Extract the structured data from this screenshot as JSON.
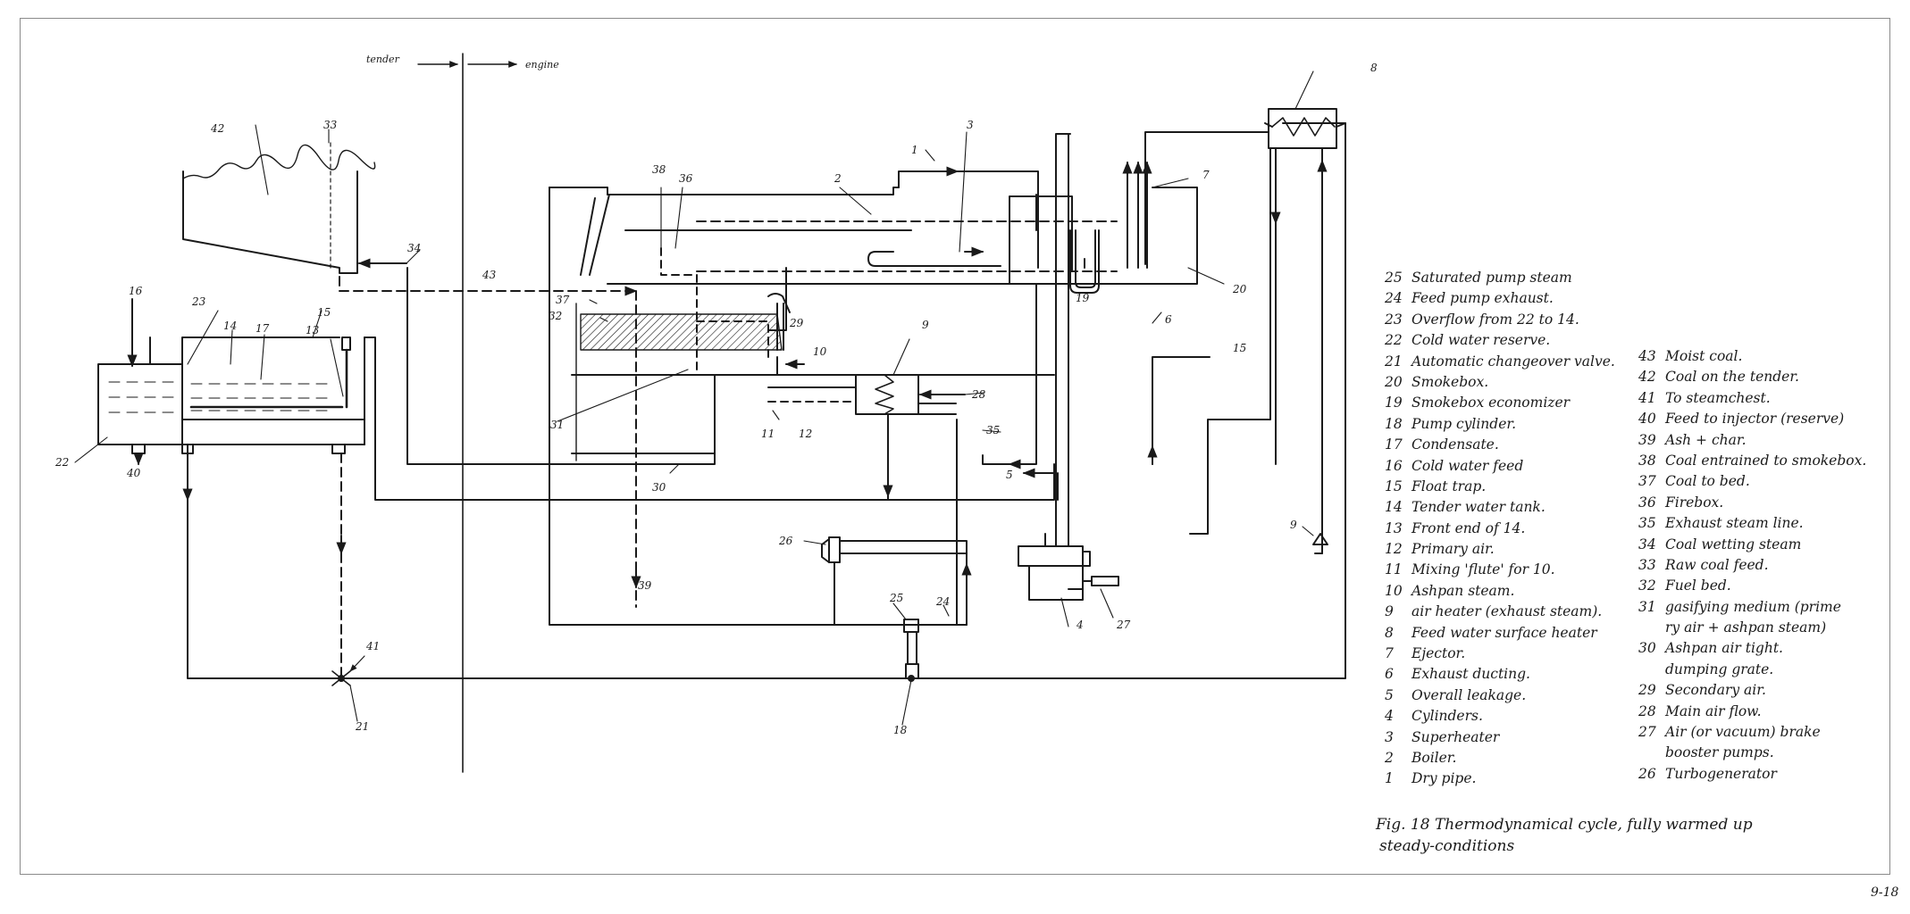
{
  "axis_labels": {
    "left": "tender",
    "right": "engine"
  },
  "part_numbers": [
    "1",
    "2",
    "3",
    "4",
    "5",
    "6",
    "7",
    "8",
    "9",
    "10",
    "11",
    "12",
    "13",
    "14",
    "15",
    "16",
    "17",
    "18",
    "19",
    "20",
    "21",
    "22",
    "23",
    "24",
    "25",
    "26",
    "27",
    "28",
    "29",
    "30",
    "31",
    "32",
    "33",
    "34",
    "35",
    "36",
    "37",
    "38",
    "39",
    "40",
    "41",
    "42",
    "43"
  ],
  "legend_left": [
    {
      "num": "25",
      "text": "Saturated pump steam"
    },
    {
      "num": "24",
      "text": "Feed pump exhaust."
    },
    {
      "num": "23",
      "text": "Overflow from 22 to 14."
    },
    {
      "num": "22",
      "text": "Cold water reserve."
    },
    {
      "num": "21",
      "text": "Automatic changeover valve."
    },
    {
      "num": "20",
      "text": "Smokebox."
    },
    {
      "num": "19",
      "text": "Smokebox economizer"
    },
    {
      "num": "18",
      "text": "Pump cylinder."
    },
    {
      "num": "17",
      "text": "Condensate."
    },
    {
      "num": "16",
      "text": "Cold water feed"
    },
    {
      "num": "15",
      "text": "Float trap."
    },
    {
      "num": "14",
      "text": "Tender water tank."
    },
    {
      "num": "13",
      "text": "Front end of 14."
    },
    {
      "num": "12",
      "text": "Primary air."
    },
    {
      "num": "11",
      "text": "Mixing 'flute' for 10."
    },
    {
      "num": "10",
      "text": "Ashpan steam."
    },
    {
      "num": "9",
      "text": "air heater (exhaust steam)."
    },
    {
      "num": "8",
      "text": "Feed water surface heater"
    },
    {
      "num": "7",
      "text": "Ejector."
    },
    {
      "num": "6",
      "text": "Exhaust ducting."
    },
    {
      "num": "5",
      "text": "Overall leakage."
    },
    {
      "num": "4",
      "text": "Cylinders."
    },
    {
      "num": "3",
      "text": "Superheater"
    },
    {
      "num": "2",
      "text": "Boiler."
    },
    {
      "num": "1",
      "text": "Dry pipe."
    }
  ],
  "legend_right": [
    {
      "num": "43",
      "text": "Moist coal."
    },
    {
      "num": "42",
      "text": "Coal on the tender."
    },
    {
      "num": "41",
      "text": "To steamchest."
    },
    {
      "num": "40",
      "text": "Feed to injector (reserve)"
    },
    {
      "num": "39",
      "text": "Ash + char."
    },
    {
      "num": "38",
      "text": "Coal entrained to smokebox."
    },
    {
      "num": "37",
      "text": "Coal to bed."
    },
    {
      "num": "36",
      "text": "Firebox."
    },
    {
      "num": "35",
      "text": "Exhaust steam line."
    },
    {
      "num": "34",
      "text": "Coal wetting steam"
    },
    {
      "num": "33",
      "text": "Raw coal feed."
    },
    {
      "num": "32",
      "text": "Fuel bed."
    },
    {
      "num": "31",
      "text": "gasifying medium (prime"
    },
    {
      "num": "",
      "text": "ry air + ashpan steam)"
    },
    {
      "num": "30",
      "text": "Ashpan air tight."
    },
    {
      "num": "",
      "text": "dumping grate."
    },
    {
      "num": "29",
      "text": "Secondary air."
    },
    {
      "num": "28",
      "text": "Main air flow."
    },
    {
      "num": "27",
      "text": "Air (or vacuum) brake"
    },
    {
      "num": "",
      "text": "booster pumps."
    },
    {
      "num": "26",
      "text": "Turbogenerator"
    }
  ],
  "caption": {
    "line1": "Fig. 18 Thermodynamical cycle, fully warmed up",
    "line2": "steady-conditions"
  },
  "page_number": "9-18"
}
